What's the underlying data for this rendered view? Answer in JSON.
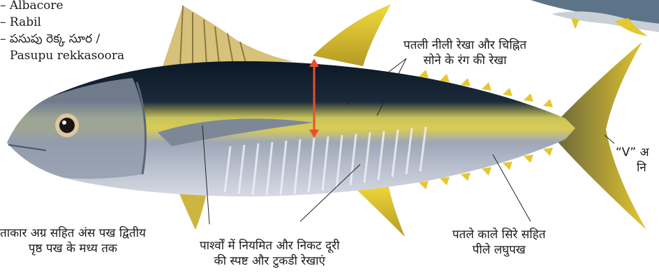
{
  "common_names": {
    "name_1": "– Albacore",
    "name_2": "– Rabil",
    "name_3": "– పసుపు రెక్క సూర / ",
    "name_4": "Pasupu rekkasoora"
  },
  "annotations": {
    "lateral_line": {
      "line_1": "पतली नीली रेखा और चिह्नित",
      "line_2": "सोने के रंग की रेखा"
    },
    "pectoral_fin": {
      "line_1": "ताकार अग्र सहित अंस पख द्वितीय",
      "line_2": "पृष्ठ पख के मध्य तक"
    },
    "flank_lines": {
      "line_1": "पार्श्वों में नियमित और निकट दूरी",
      "line_2": "की स्पष्ट और टुकडी रेखाएं"
    },
    "finlets": {
      "line_1": "पतले काले सिरे सहित",
      "line_2": "पीले लघुपख"
    },
    "tail_notch": {
      "line_1": "“V” अ",
      "line_2": "नि"
    }
  },
  "colors": {
    "back": "#0c1826",
    "gold_stripe": "#d9c84a",
    "belly": "#b7bccd",
    "fin_yellow": "#e4c830",
    "measure_arrow": "#e8502e"
  }
}
